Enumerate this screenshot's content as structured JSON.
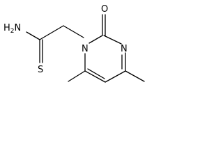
{
  "molecule": {
    "atoms": {
      "amine": "H2N",
      "amine_h": "H",
      "amine_sub": "2",
      "amine_n": "N",
      "thione_s": "S",
      "ring_n1": "N",
      "ring_n3": "N",
      "carbonyl_o": "O"
    }
  },
  "colors": {
    "bond": "#000000",
    "background": "#ffffff"
  }
}
